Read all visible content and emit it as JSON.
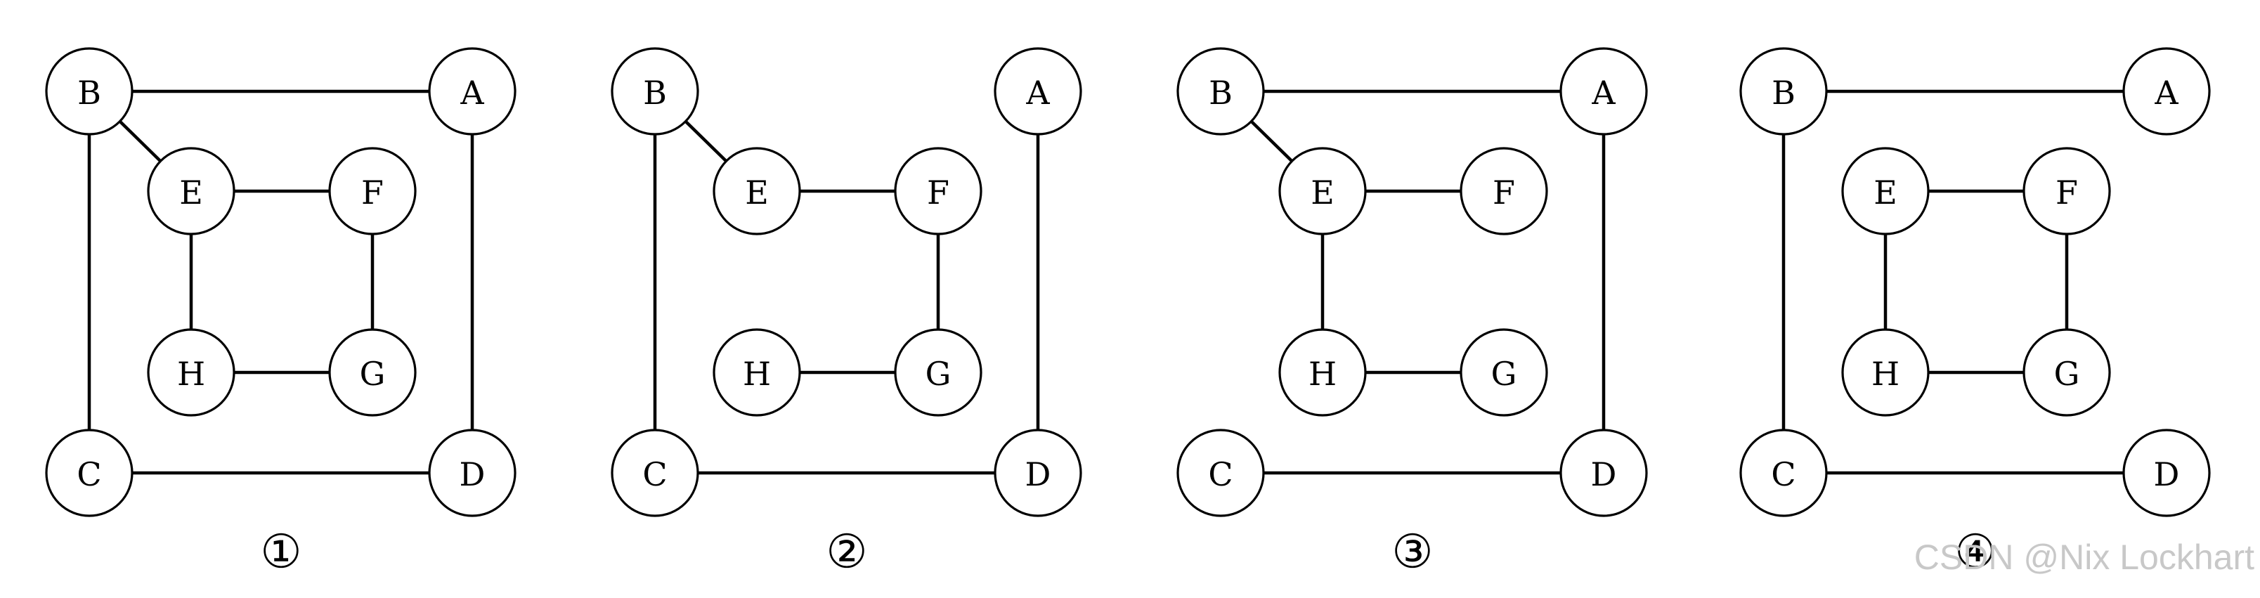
{
  "panels": [
    {
      "caption": "①",
      "nodes": [
        "B",
        "A",
        "E",
        "F",
        "H",
        "G",
        "C",
        "D"
      ],
      "edges": [
        [
          "B",
          "A"
        ],
        [
          "B",
          "E"
        ],
        [
          "B",
          "C"
        ],
        [
          "A",
          "D"
        ],
        [
          "E",
          "F"
        ],
        [
          "E",
          "H"
        ],
        [
          "F",
          "G"
        ],
        [
          "H",
          "G"
        ],
        [
          "C",
          "D"
        ]
      ]
    },
    {
      "caption": "②",
      "nodes": [
        "B",
        "A",
        "E",
        "F",
        "H",
        "G",
        "C",
        "D"
      ],
      "edges": [
        [
          "B",
          "E"
        ],
        [
          "B",
          "C"
        ],
        [
          "A",
          "D"
        ],
        [
          "E",
          "F"
        ],
        [
          "F",
          "G"
        ],
        [
          "H",
          "G"
        ],
        [
          "C",
          "D"
        ]
      ]
    },
    {
      "caption": "③",
      "nodes": [
        "B",
        "A",
        "E",
        "F",
        "H",
        "G",
        "C",
        "D"
      ],
      "edges": [
        [
          "B",
          "A"
        ],
        [
          "B",
          "E"
        ],
        [
          "A",
          "D"
        ],
        [
          "E",
          "F"
        ],
        [
          "E",
          "H"
        ],
        [
          "H",
          "G"
        ],
        [
          "C",
          "D"
        ]
      ]
    },
    {
      "caption": "④",
      "nodes": [
        "B",
        "A",
        "E",
        "F",
        "H",
        "G",
        "C",
        "D"
      ],
      "edges": [
        [
          "B",
          "A"
        ],
        [
          "B",
          "C"
        ],
        [
          "E",
          "F"
        ],
        [
          "E",
          "H"
        ],
        [
          "F",
          "G"
        ],
        [
          "H",
          "G"
        ],
        [
          "C",
          "D"
        ]
      ]
    }
  ],
  "watermark": "CSDN @Nix Lockhart",
  "colors": {
    "stroke": "#000000",
    "fill": "#ffffff",
    "watermark": "#c8c8c8"
  }
}
